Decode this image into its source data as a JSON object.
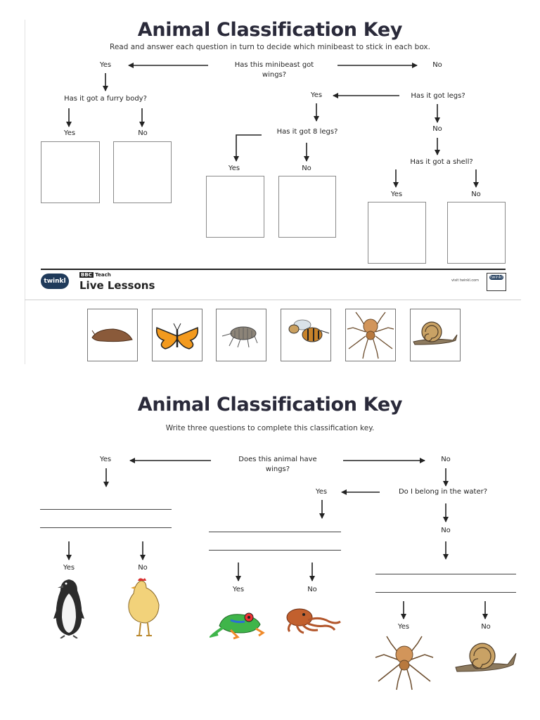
{
  "sheet1": {
    "title": "Animal Classification Key",
    "instructions": "Read and answer each question in turn to decide which minibeast to stick in each box.",
    "q_wings": "Has this minibeast got wings?",
    "q_furry": "Has it got a furry body?",
    "q_legs": "Has it got legs?",
    "q_8legs": "Has it got 8 legs?",
    "q_shell": "Has it got a shell?",
    "yes": "Yes",
    "no": "No",
    "footer": {
      "brand": "twinkl",
      "bbc": "BBC",
      "teach": "Teach",
      "live_lessons": "Live Lessons",
      "url": "visit twinkl.com",
      "badge": "twinkl"
    },
    "cut_out_pictures": [
      "slug",
      "butterfly",
      "woodlouse",
      "bee",
      "spider",
      "snail"
    ]
  },
  "sheet2": {
    "title": "Animal Classification Key",
    "instructions": "Write three questions to complete this classification key.",
    "q_wings": "Does this animal have wings?",
    "q_water": "Do I belong in the water?",
    "yes": "Yes",
    "no": "No",
    "pictures": [
      "penguin",
      "chicken",
      "frog",
      "octopus",
      "spider",
      "snail"
    ]
  },
  "colors": {
    "title": "#2a2a3a",
    "text": "#222222",
    "box_border": "#8a8a8a",
    "footer_rule": "#222222"
  }
}
